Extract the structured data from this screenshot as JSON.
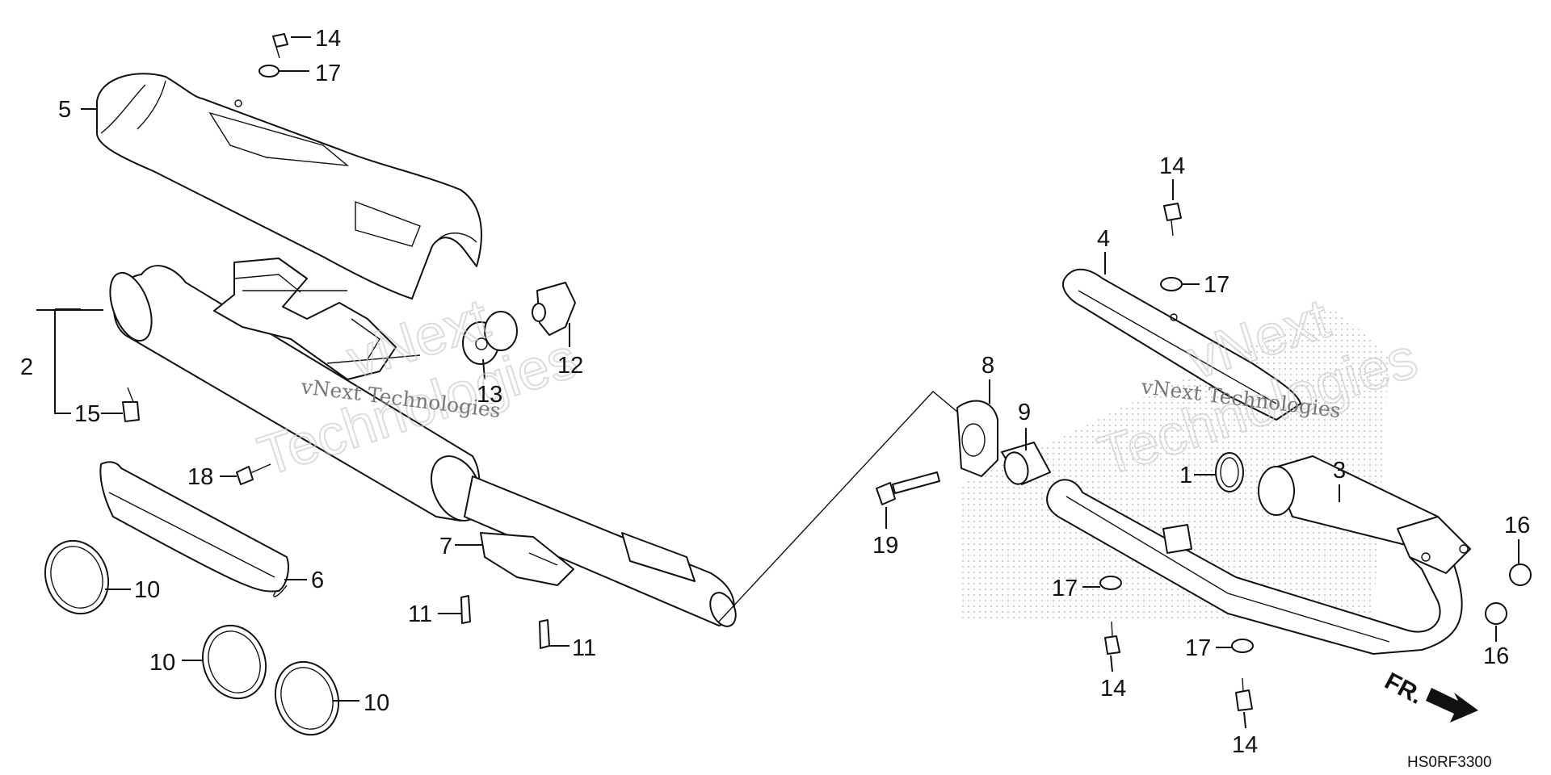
{
  "diagram": {
    "part_code": "HS0RF3300",
    "direction_label": "FR.",
    "watermark": {
      "line1": "vNext",
      "line2": "Technologies",
      "inline": "vNext Technologies"
    },
    "callouts": {
      "c14_top": "14",
      "c17_top": "17",
      "c5": "5",
      "c2": "2",
      "c15": "15",
      "c13": "13",
      "c12": "12",
      "c18": "18",
      "c6": "6",
      "c7": "7",
      "c10_a": "10",
      "c10_b": "10",
      "c10_c": "10",
      "c11_a": "11",
      "c11_b": "11",
      "c8": "8",
      "c9": "9",
      "c19": "19",
      "c4": "4",
      "c14_mid": "14",
      "c17_mid": "17",
      "c1": "1",
      "c3": "3",
      "c16_a": "16",
      "c16_b": "16",
      "c17_l": "17",
      "c17_r": "17",
      "c14_bl": "14",
      "c14_br": "14"
    }
  }
}
